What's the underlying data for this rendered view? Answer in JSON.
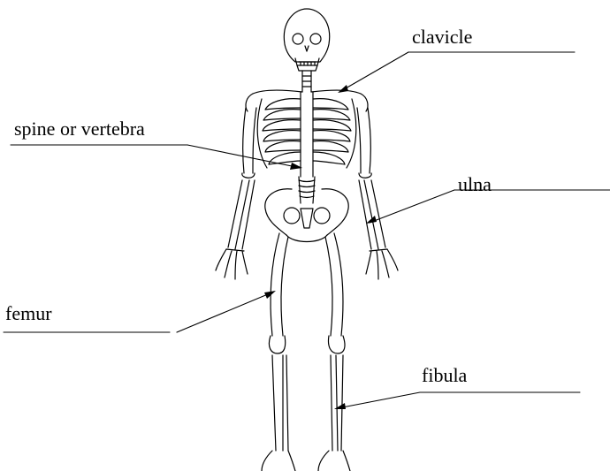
{
  "diagram": {
    "labels": {
      "clavicle": "clavicle",
      "spine": "spine or vertebra",
      "ulna": "ulna",
      "femur": "femur",
      "fibula": "fibula"
    }
  },
  "colors": {
    "ink": "#000000",
    "background": "#ffffff"
  }
}
